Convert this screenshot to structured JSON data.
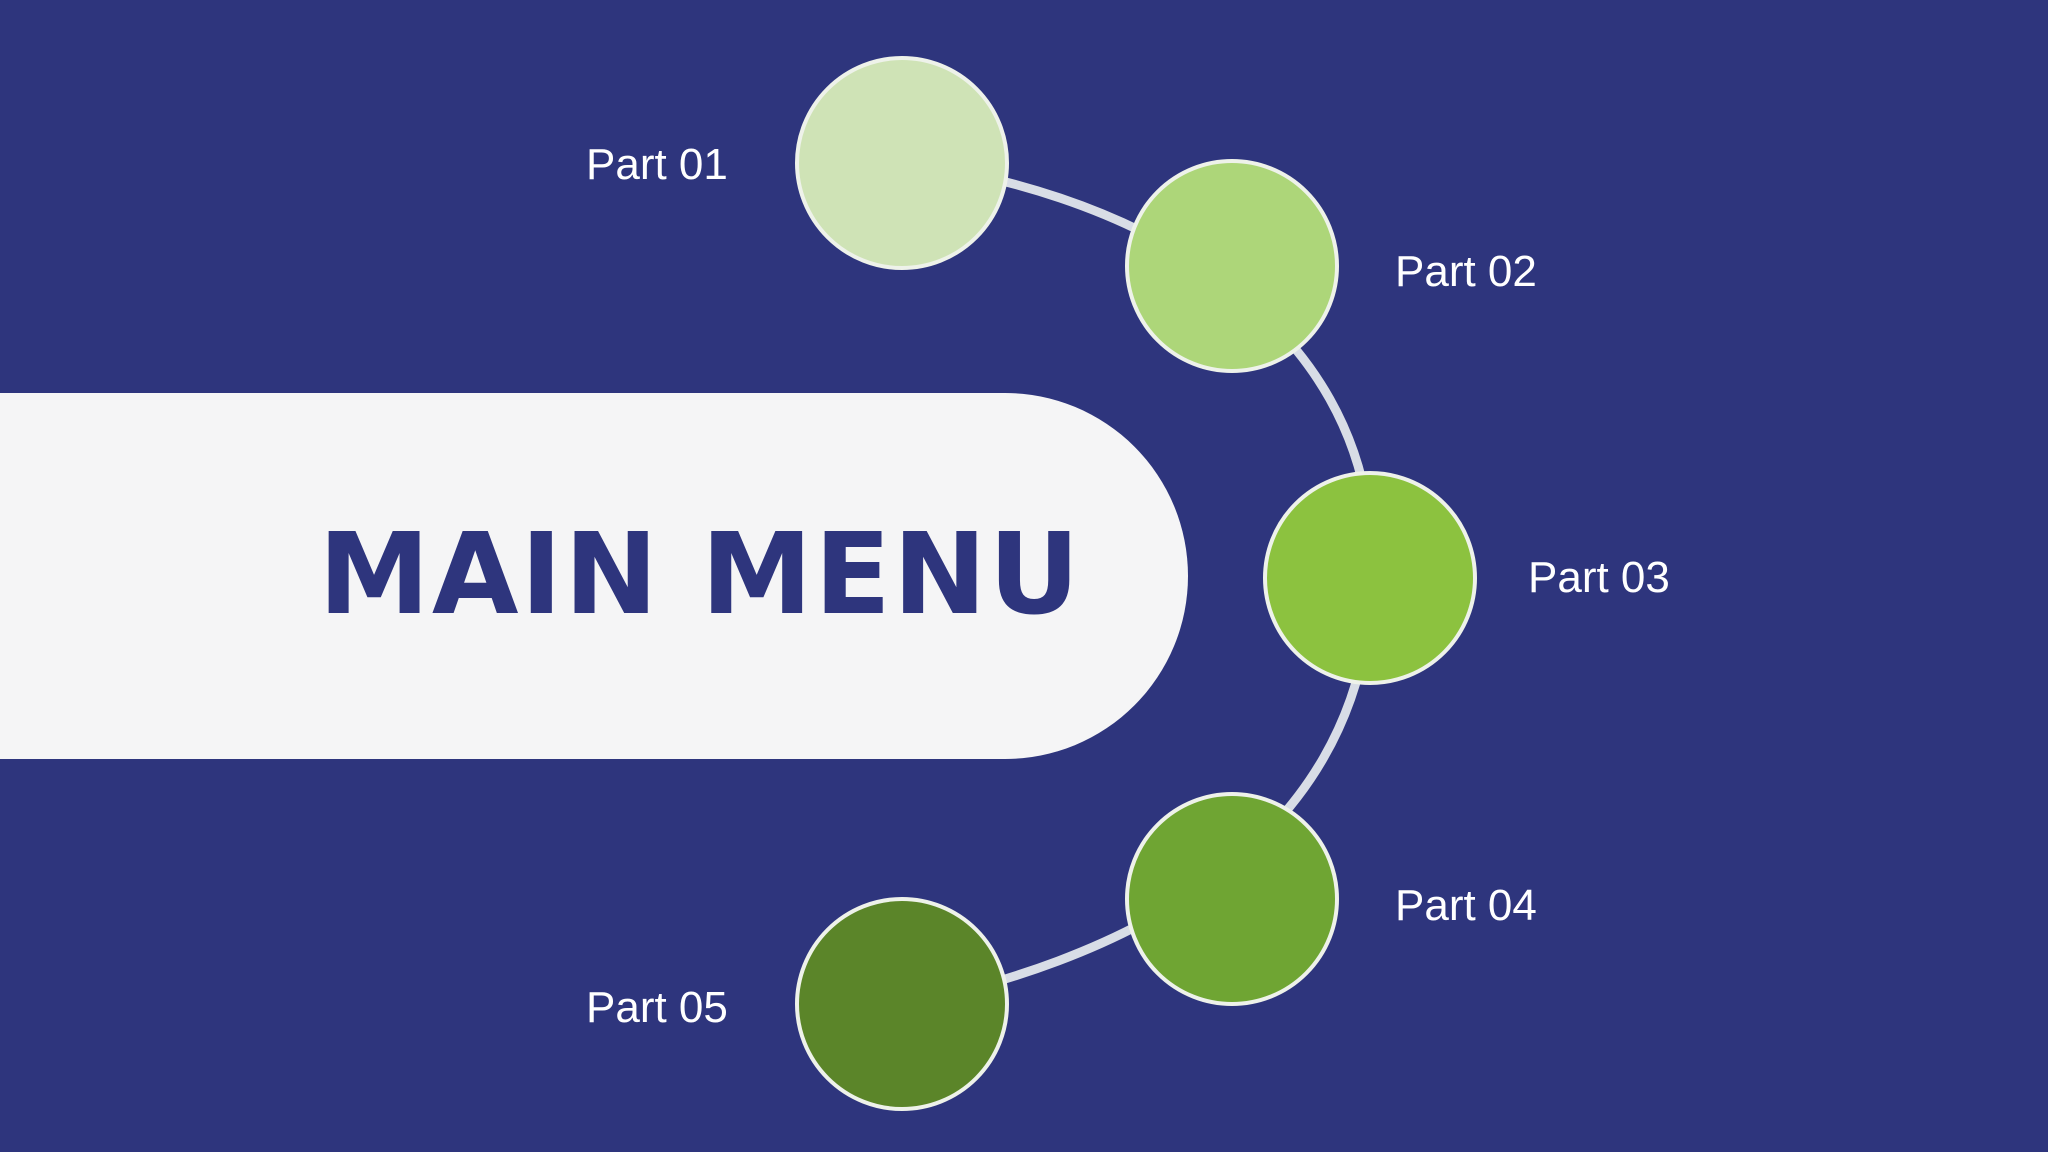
{
  "slide": {
    "title": "MAIN MENU",
    "colors": {
      "background": "#2e357d",
      "pill": "#f5f5f6",
      "title": "#2e357d",
      "connector": "#d8dde6"
    },
    "parts": [
      {
        "label": "Part 01",
        "color": "#cfe3b6"
      },
      {
        "label": "Part 02",
        "color": "#add679"
      },
      {
        "label": "Part 03",
        "color": "#8cc23f"
      },
      {
        "label": "Part 04",
        "color": "#6fa533"
      },
      {
        "label": "Part 05",
        "color": "#5b8529"
      }
    ]
  }
}
